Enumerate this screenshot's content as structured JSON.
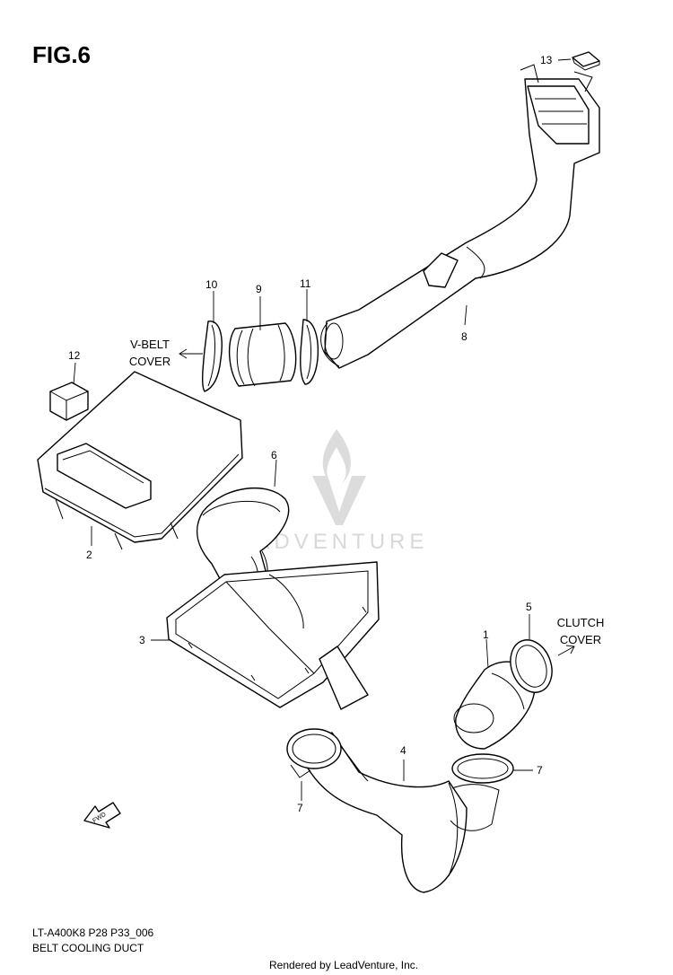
{
  "figure": {
    "title": "FIG.6"
  },
  "callouts": {
    "c1": "1",
    "c2": "2",
    "c3": "3",
    "c4": "4",
    "c5": "5",
    "c6": "6",
    "c7a": "7",
    "c7b": "7",
    "c8": "8",
    "c9": "9",
    "c10": "10",
    "c11": "11",
    "c12": "12",
    "c13": "13"
  },
  "notes": {
    "vbelt_line1": "V-BELT",
    "vbelt_line2": "COVER",
    "clutch_line1": "CLUTCH",
    "clutch_line2": "COVER",
    "fwd": "FWD"
  },
  "footer": {
    "model_code": "LT-A400K8 P28 P33_006",
    "title": "BELT COOLING DUCT",
    "rendered_by": "Rendered by LeadVenture, Inc."
  },
  "watermark": {
    "text": "LEADVENTURE"
  }
}
